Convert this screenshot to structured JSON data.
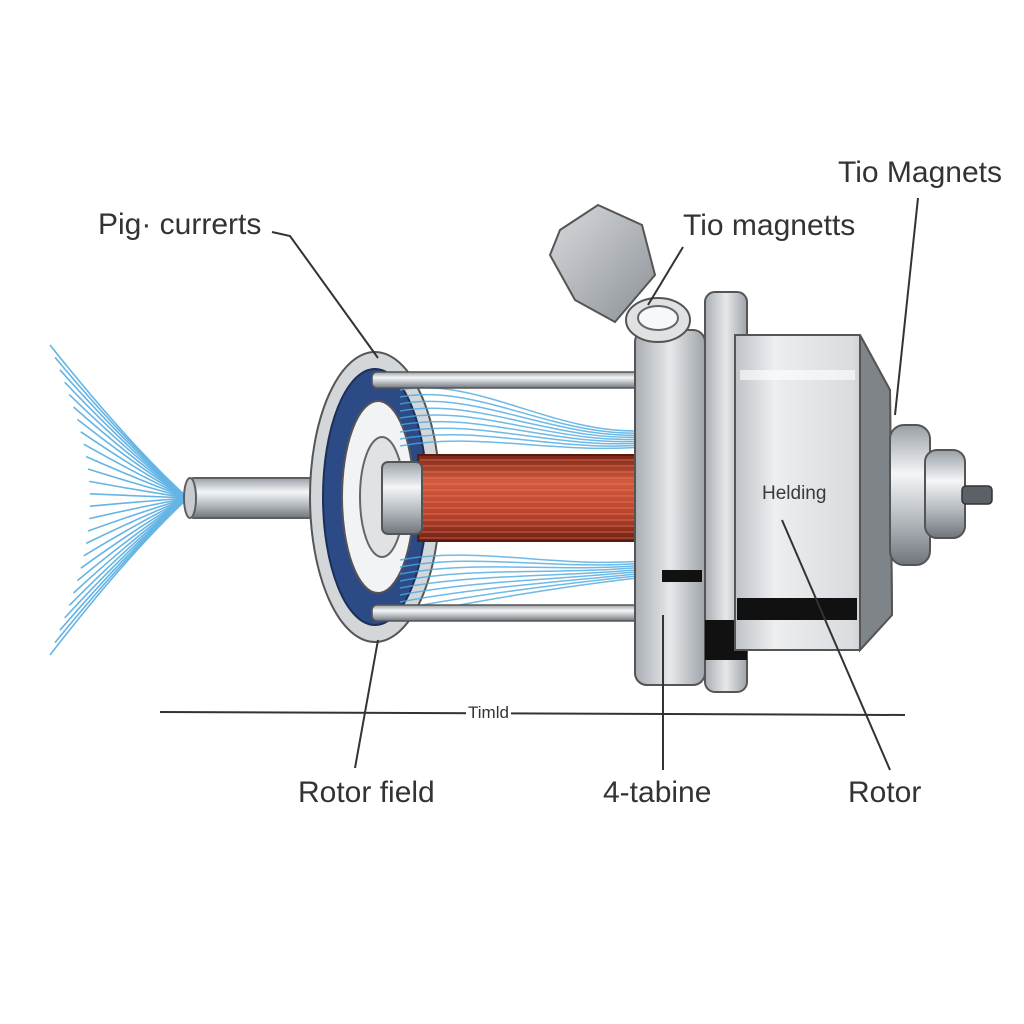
{
  "labels": {
    "pig_currents": "Pig· currerts",
    "tio_magnets_top": "Tio Magnets",
    "tio_magnetts": "Tio magnetts",
    "helding": "Helding",
    "timld": "Timld",
    "rotor_field": "Rotor field",
    "tabine": "4-tabine",
    "rotor": "Rotor"
  },
  "colors": {
    "field_lines": "#4aa8e0",
    "coil": "#b8432c",
    "ring": "#2c4a86",
    "metal": "#cfd2d6",
    "leader": "#333333"
  }
}
